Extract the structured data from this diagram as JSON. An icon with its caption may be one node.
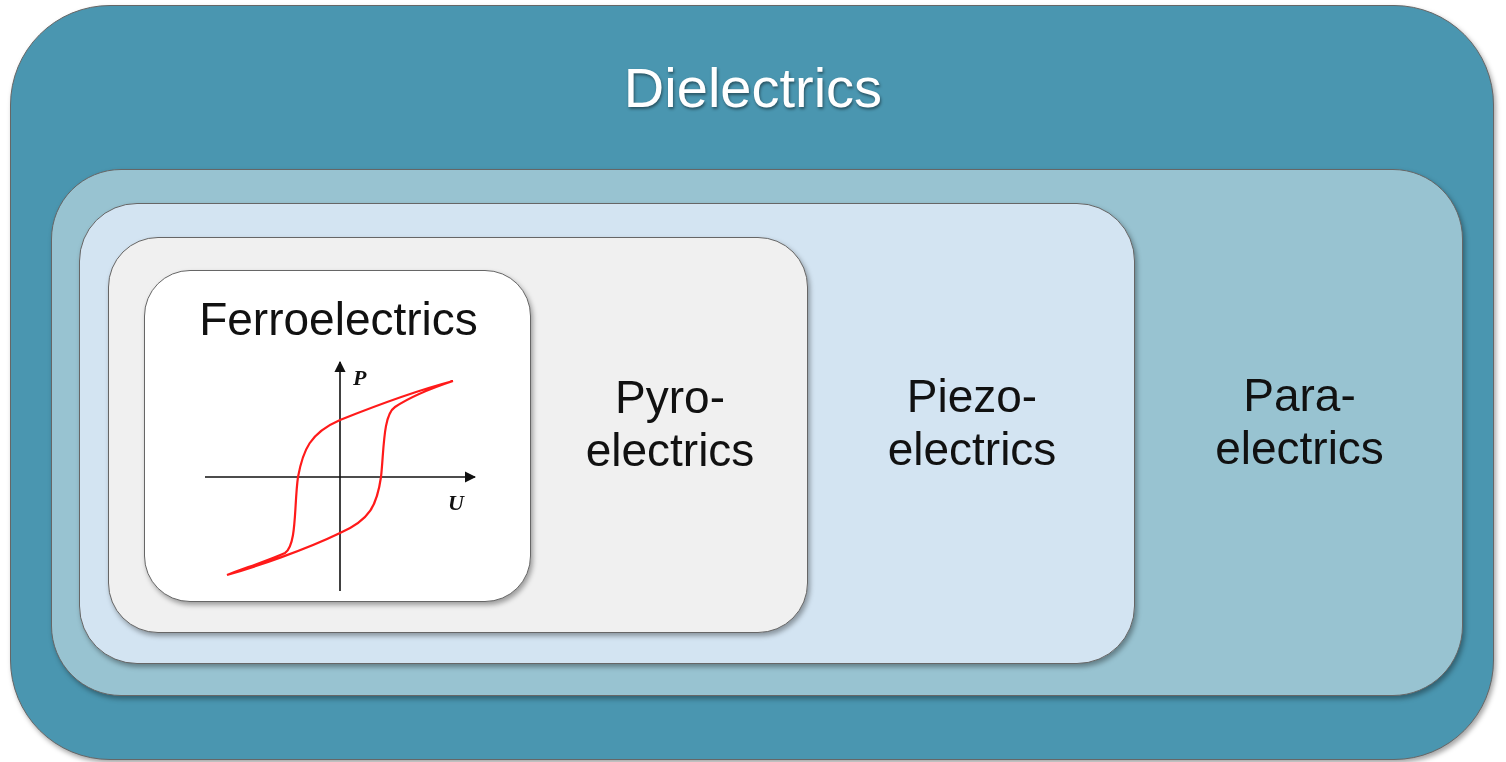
{
  "diagram": {
    "nodes": [
      {
        "text": [
          "Dielectrics"
        ]
      },
      {
        "text": [
          "Para- electrics"
        ],
        "in": 0
      },
      {
        "text": [
          "Piezo- electrics"
        ],
        "in": 1
      },
      {
        "text": [
          "Pyro- electrics"
        ],
        "in": 2
      },
      {
        "text": [
          "Ferroelectrics"
        ],
        "in": 3
      }
    ],
    "labels": [
      "P",
      "U"
    ]
  }
}
